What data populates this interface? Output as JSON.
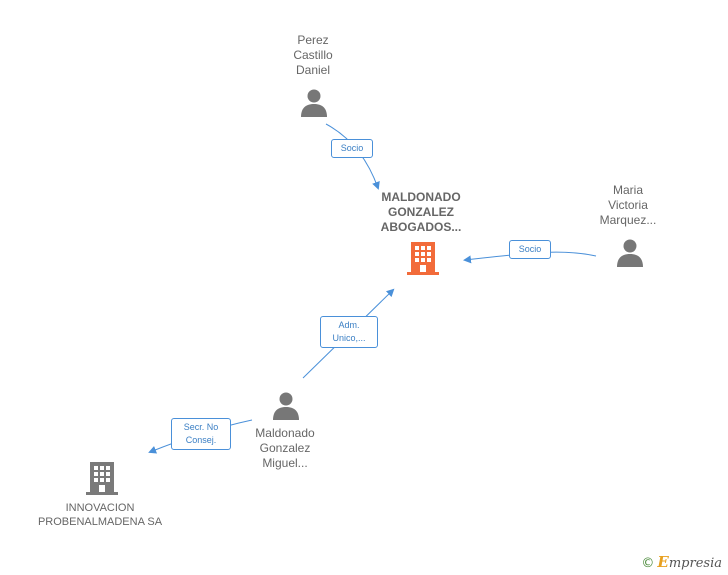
{
  "nodes": {
    "perez": {
      "label": "Perez\nCastillo\nDaniel",
      "icon": "person-icon"
    },
    "maria": {
      "label": "Maria\nVictoria\nMarquez...",
      "icon": "person-icon"
    },
    "maldonado_miguel": {
      "label": "Maldonado\nGonzalez\nMiguel...",
      "icon": "person-icon"
    },
    "main_company": {
      "label": "MALDONADO\nGONZALEZ\nABOGADOS...",
      "icon": "building-icon",
      "color": "#f26b3a"
    },
    "innovacion": {
      "label": "INNOVACION\nPROBENALMADENA SA",
      "icon": "building-icon",
      "color": "#7a7a7a"
    }
  },
  "edges": {
    "perez_main": "Socio",
    "maria_main": "Socio",
    "miguel_main": "Adm.\nUnico,...",
    "miguel_innovacion": "Secr.  No\nConsej."
  },
  "colors": {
    "edge": "#4a90d9",
    "person": "#777777"
  },
  "footer": {
    "copyright": "©",
    "brand_first": "E",
    "brand_rest": "mpresia"
  }
}
